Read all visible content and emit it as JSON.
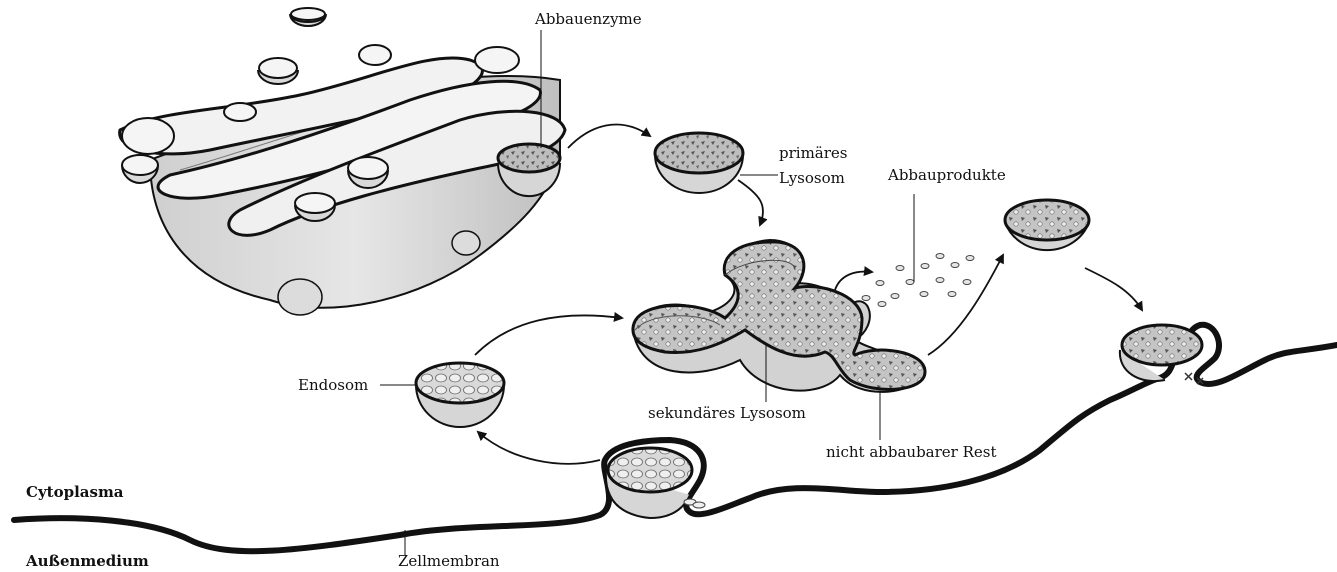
{
  "labels": {
    "abbauenzyme": "Abbauenzyme",
    "primaeres": "primäres",
    "lysosom": "Lysosom",
    "abbauprodukte": "Abbauprodukte",
    "endosom": "Endosom",
    "sekundaeres_lysosom": "sekundäres Lysosom",
    "nicht_abbaubarer_rest": "nicht abbaubarer Rest",
    "cytoplasma": "Cytoplasma",
    "aussenmedium": "Außenmedium",
    "zellmembran": "Zellmembran"
  }
}
